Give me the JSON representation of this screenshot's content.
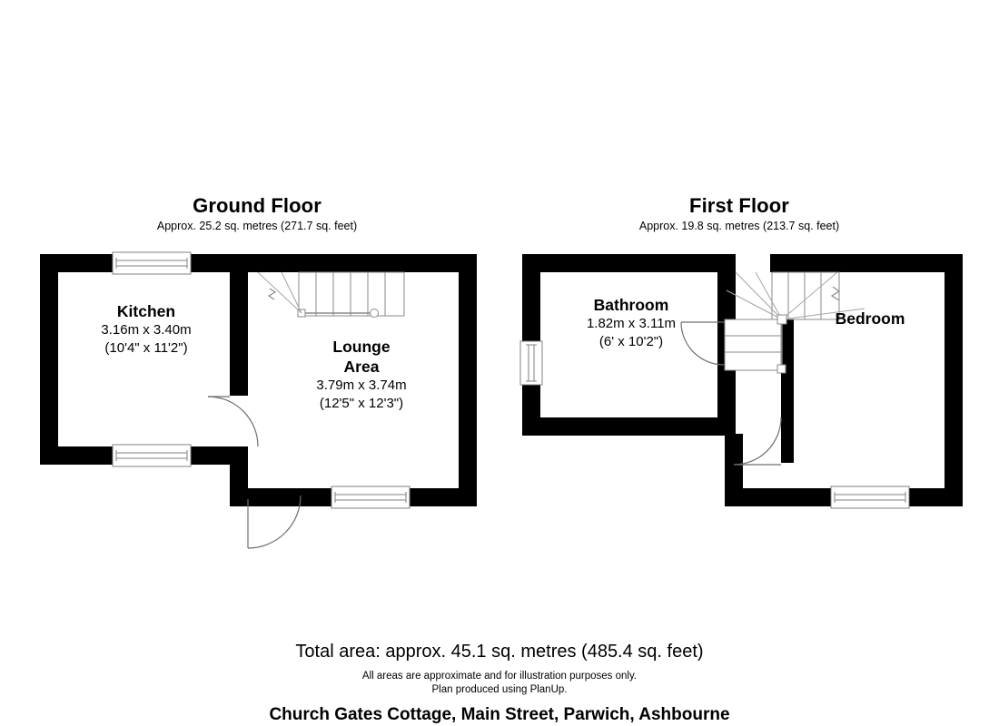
{
  "document": {
    "type": "floor-plan",
    "address": "Church Gates Cottage, Main Street, Parwich, Ashbourne",
    "total_area": "Total area: approx. 45.1 sq. metres (485.4 sq. feet)",
    "disclaimer_line1": "All areas are approximate and for illustration purposes only.",
    "disclaimer_line2": "Plan produced using PlanUp.",
    "colors": {
      "wall": "#000000",
      "background": "#ffffff",
      "text": "#000000",
      "fixture_line": "#8a8a8a"
    }
  },
  "floors": [
    {
      "id": "ground",
      "title": "Ground Floor",
      "area_text": "Approx. 25.2 sq. metres (271.7 sq. feet)",
      "area_metres": 25.2,
      "area_feet": 271.7,
      "rooms": [
        {
          "id": "kitchen",
          "name": "Kitchen",
          "dim_metric": "3.16m x 3.40m",
          "dim_imperial": "(10'4\" x 11'2\")",
          "width_m": 3.16,
          "depth_m": 3.4
        },
        {
          "id": "lounge",
          "name_line1": "Lounge",
          "name_line2": "Area",
          "dim_metric": "3.79m x 3.74m",
          "dim_imperial": "(12'5\" x 12'3\")",
          "width_m": 3.79,
          "depth_m": 3.74
        }
      ],
      "features": [
        "staircase-up",
        "window-kitchen-north",
        "window-kitchen-south",
        "window-lounge-south",
        "door-kitchen-to-lounge",
        "door-front-entrance"
      ]
    },
    {
      "id": "first",
      "title": "First Floor",
      "area_text": "Approx. 19.8 sq. metres (213.7 sq. feet)",
      "area_metres": 19.8,
      "area_feet": 213.7,
      "rooms": [
        {
          "id": "bathroom",
          "name": "Bathroom",
          "dim_metric": "1.82m x 3.11m",
          "dim_imperial": "(6' x 10'2\")",
          "width_m": 1.82,
          "depth_m": 3.11
        },
        {
          "id": "bedroom",
          "name": "Bedroom",
          "dim_metric": "",
          "dim_imperial": ""
        }
      ],
      "features": [
        "staircase-winder",
        "window-bathroom-west",
        "window-bedroom-south",
        "door-bathroom",
        "door-bedroom"
      ]
    }
  ]
}
